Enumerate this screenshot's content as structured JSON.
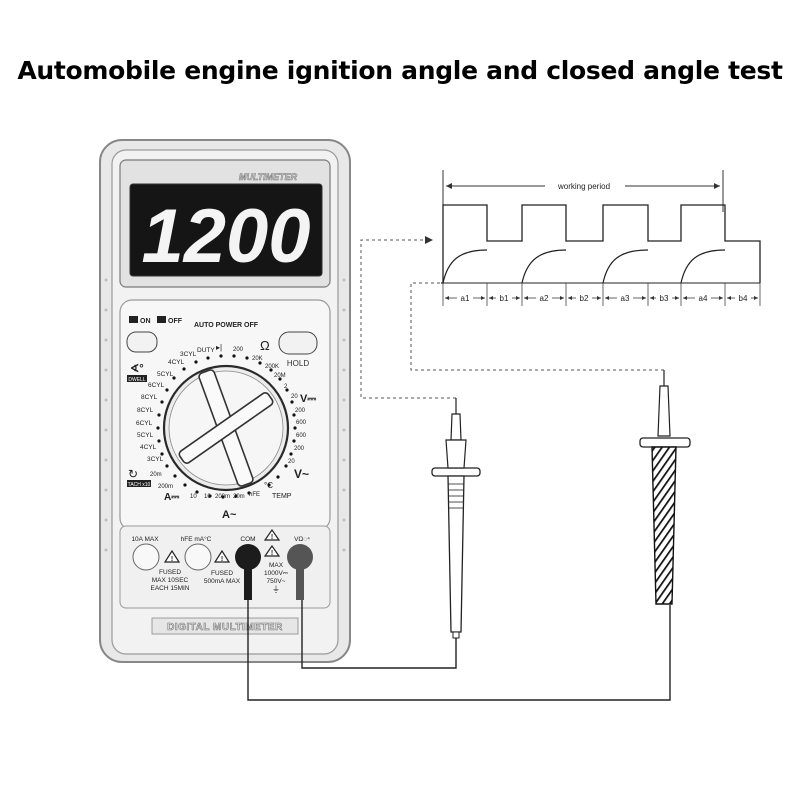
{
  "title": "Automobile engine ignition angle and closed angle test",
  "meter": {
    "brand_label": "MULTIMETER",
    "display_value": "1200",
    "on_label": "ON",
    "off_label": "OFF",
    "auto_power_off": "AUTO POWER OFF",
    "hold_label": "HOLD",
    "dwell_label": "DWELL",
    "tach_label": "TACH x10",
    "bottom_label": "DIGITAL MULTIMETER",
    "ranges_left": [
      "DUTY",
      "3CYL",
      "4CYL",
      "5CYL",
      "6CYL",
      "8CYL",
      "8CYL",
      "6CYL",
      "5CYL",
      "4CYL",
      "3CYL"
    ],
    "ranges_top": [
      "200"
    ],
    "ranges_ohm": [
      "20K",
      "200K",
      "20M",
      "2"
    ],
    "ranges_vdc": [
      "20",
      "200",
      "600"
    ],
    "ranges_vac": [
      "600",
      "200",
      "20"
    ],
    "ranges_bottom": [
      "20m",
      "200m",
      "10",
      "10",
      "200m",
      "20m",
      "hFE"
    ],
    "symbol_ohm": "Ω",
    "symbol_vdc": "V⎓",
    "symbol_vac": "V~",
    "symbol_adc": "A⎓",
    "symbol_aac": "A~",
    "temp_label": "TEMP",
    "celsius": "°C",
    "jacks": {
      "tenA": "10A MAX",
      "hfe": "hFE mA°C",
      "com": "COM",
      "v": "VΩ◌⁴",
      "fused1": "FUSED",
      "fused1_detail_1": "MAX  10SEC",
      "fused1_detail_2": "EACH 15MIN",
      "fused2": "FUSED",
      "fused2_detail": "500mA MAX",
      "max_label": "MAX",
      "max_v1": "1000V⎓",
      "max_v2": "750V~"
    }
  },
  "waveform": {
    "header": "working period",
    "segments": [
      "a1",
      "b1",
      "a2",
      "b2",
      "a3",
      "b3",
      "a4",
      "b4"
    ]
  }
}
